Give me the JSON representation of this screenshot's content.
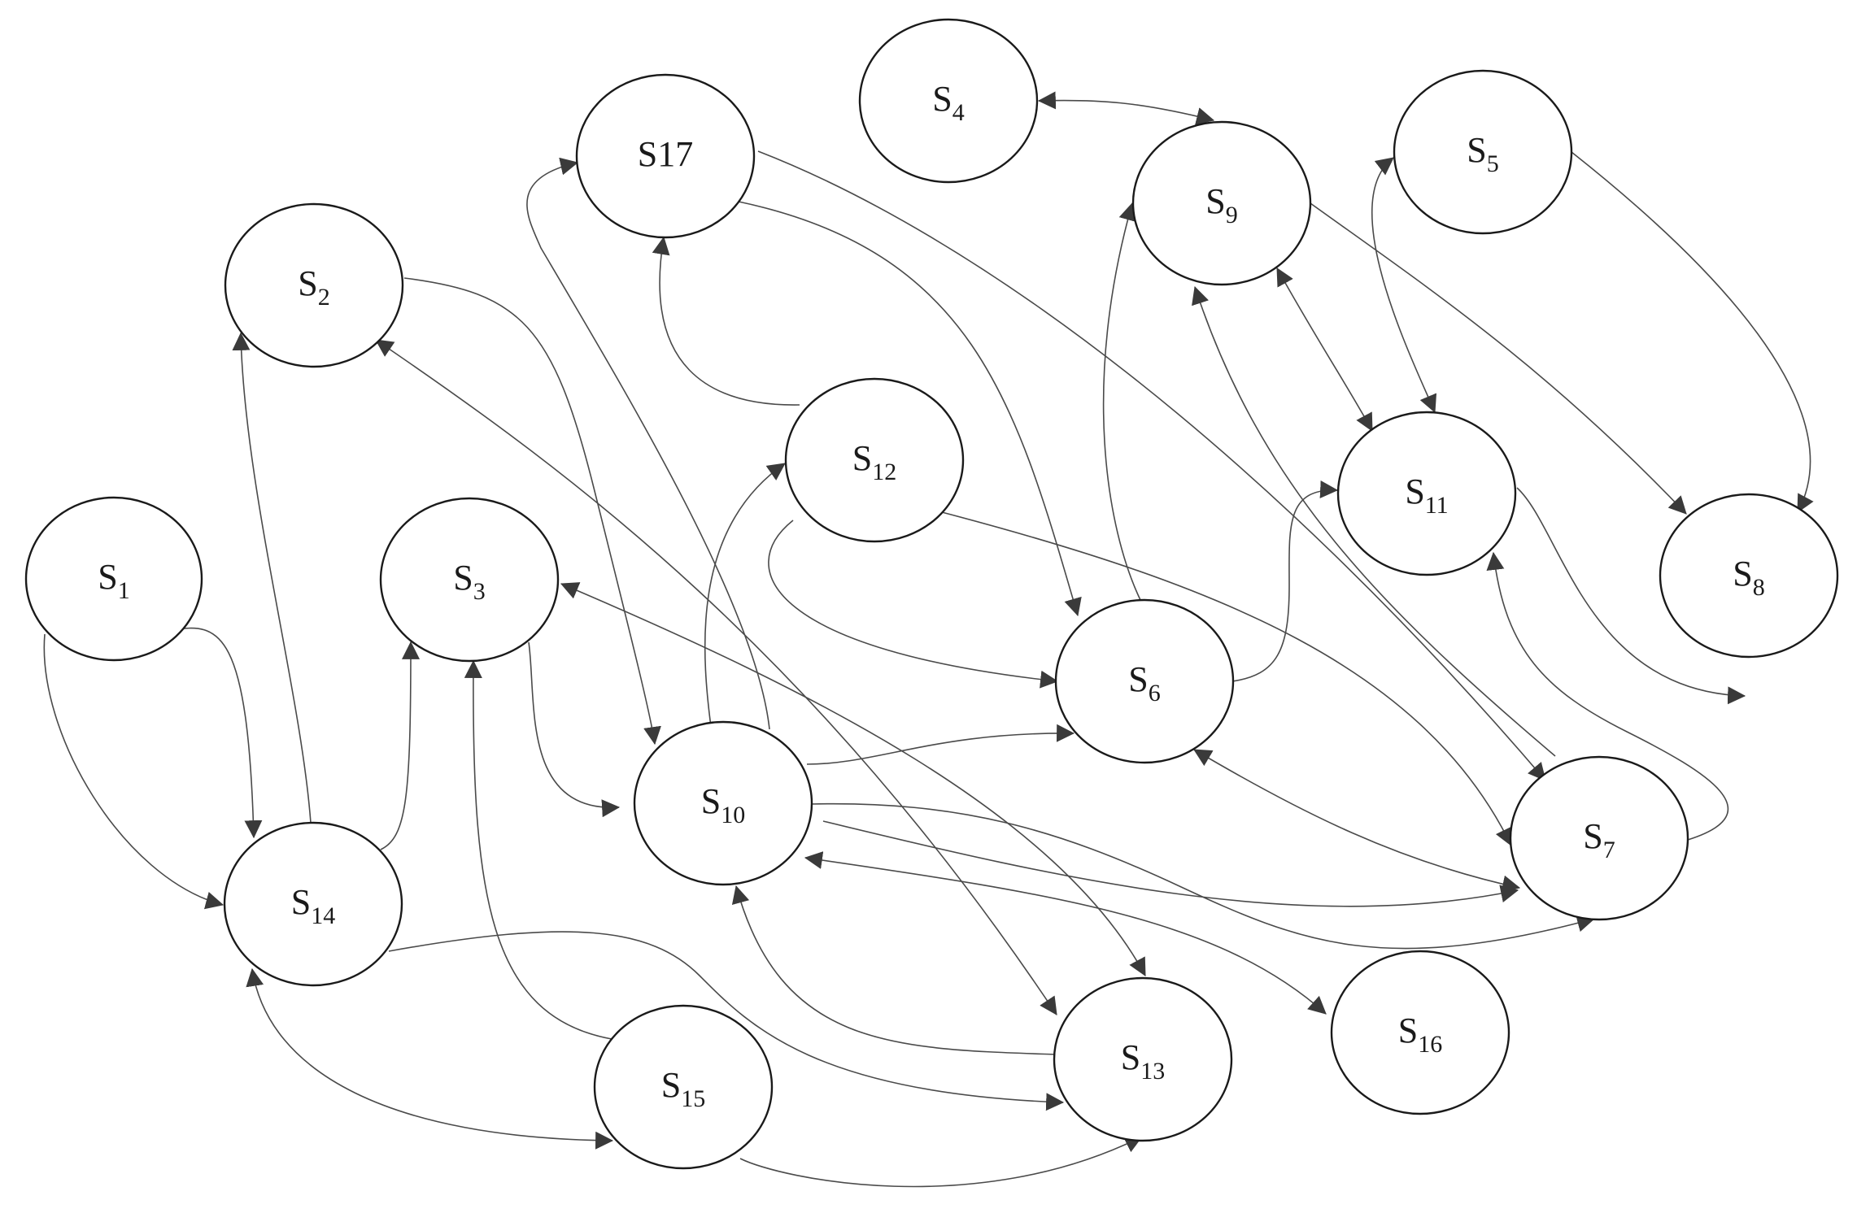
{
  "diagram": {
    "nodes": [
      {
        "id": "s1",
        "prefix": "S",
        "sub": "1"
      },
      {
        "id": "s2",
        "prefix": "S",
        "sub": "2"
      },
      {
        "id": "s3",
        "prefix": "S",
        "sub": "3"
      },
      {
        "id": "s4",
        "prefix": "S",
        "sub": "4"
      },
      {
        "id": "s5",
        "prefix": "S",
        "sub": "5"
      },
      {
        "id": "s6",
        "prefix": "S",
        "sub": "6"
      },
      {
        "id": "s7",
        "prefix": "S",
        "sub": "7"
      },
      {
        "id": "s8",
        "prefix": "S",
        "sub": "8"
      },
      {
        "id": "s9",
        "prefix": "S",
        "sub": "9"
      },
      {
        "id": "s10",
        "prefix": "S",
        "sub": "10"
      },
      {
        "id": "s11",
        "prefix": "S",
        "sub": "11"
      },
      {
        "id": "s12",
        "prefix": "S",
        "sub": "12"
      },
      {
        "id": "s13",
        "prefix": "S",
        "sub": "13"
      },
      {
        "id": "s14",
        "prefix": "S",
        "sub": "14"
      },
      {
        "id": "s15",
        "prefix": "S",
        "sub": "15"
      },
      {
        "id": "s16",
        "prefix": "S",
        "sub": "16"
      },
      {
        "id": "s17",
        "prefix": "S17",
        "sub": ""
      }
    ],
    "edges": [
      {
        "from": "s1",
        "to": "s14",
        "bidirectional": false
      },
      {
        "from": "s1",
        "to": "s14",
        "bidirectional": false
      },
      {
        "from": "s14",
        "to": "s2",
        "bidirectional": false
      },
      {
        "from": "s14",
        "to": "s3",
        "bidirectional": false
      },
      {
        "from": "s14",
        "to": "s13",
        "bidirectional": false
      },
      {
        "from": "s14",
        "to": "s15",
        "bidirectional": true
      },
      {
        "from": "s15",
        "to": "s3",
        "bidirectional": false
      },
      {
        "from": "s15",
        "to": "s13",
        "bidirectional": false
      },
      {
        "from": "s2",
        "to": "s10",
        "bidirectional": false
      },
      {
        "from": "s2",
        "to": "s13",
        "bidirectional": true
      },
      {
        "from": "s3",
        "to": "s10",
        "bidirectional": false
      },
      {
        "from": "s3",
        "to": "s13",
        "bidirectional": true
      },
      {
        "from": "s10",
        "to": "s17",
        "bidirectional": false
      },
      {
        "from": "s10",
        "to": "s12",
        "bidirectional": true
      },
      {
        "from": "s10",
        "to": "s6",
        "bidirectional": false
      },
      {
        "from": "s10",
        "to": "s7",
        "bidirectional": false
      },
      {
        "from": "s10",
        "to": "s7",
        "bidirectional": false
      },
      {
        "from": "s10",
        "to": "s16",
        "bidirectional": true
      },
      {
        "from": "s13",
        "to": "s10",
        "bidirectional": false
      },
      {
        "from": "s12",
        "to": "s17",
        "bidirectional": false
      },
      {
        "from": "s12",
        "to": "s6",
        "bidirectional": false
      },
      {
        "from": "s12",
        "to": "s7",
        "bidirectional": false
      },
      {
        "from": "s17",
        "to": "s6",
        "bidirectional": false
      },
      {
        "from": "s17",
        "to": "s7",
        "bidirectional": false
      },
      {
        "from": "s6",
        "to": "s9",
        "bidirectional": false
      },
      {
        "from": "s6",
        "to": "s11",
        "bidirectional": false
      },
      {
        "from": "s6",
        "to": "s7",
        "bidirectional": true
      },
      {
        "from": "s4",
        "to": "s9",
        "bidirectional": true
      },
      {
        "from": "s9",
        "to": "s11",
        "bidirectional": true
      },
      {
        "from": "s9",
        "to": "s8",
        "bidirectional": false
      },
      {
        "from": "s5",
        "to": "s11",
        "bidirectional": true
      },
      {
        "from": "s5",
        "to": "s8",
        "bidirectional": false
      },
      {
        "from": "s11",
        "to": "s8",
        "bidirectional": false
      },
      {
        "from": "s7",
        "to": "s9",
        "bidirectional": false
      },
      {
        "from": "s7",
        "to": "s11",
        "bidirectional": false
      }
    ]
  }
}
